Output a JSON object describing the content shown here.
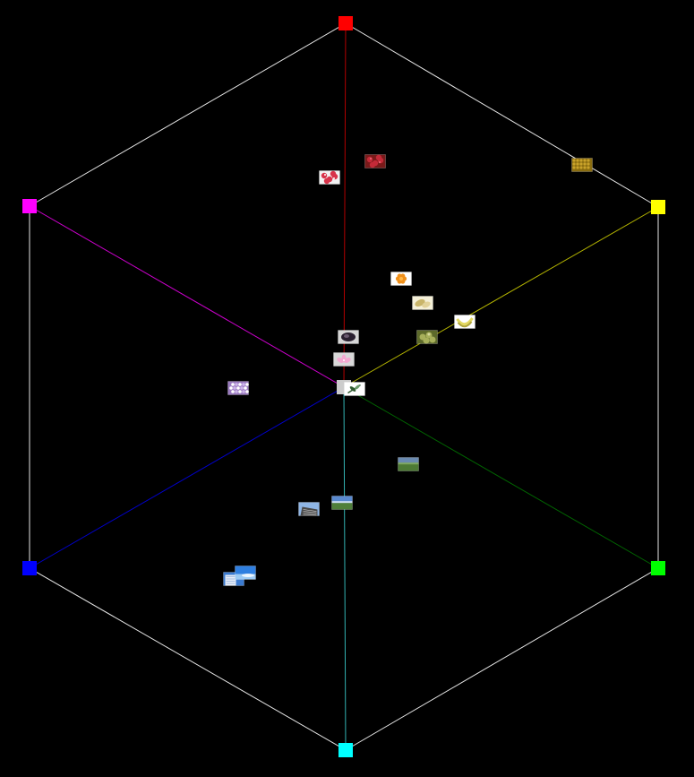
{
  "diagram": {
    "type": "color-hexagon-image-map",
    "background_color": "#000000",
    "outline_color": "#e6e6e6",
    "center": {
      "name": "center-gray",
      "color": "#cccccc"
    },
    "vertices": [
      {
        "name": "red",
        "color": "#ff0000"
      },
      {
        "name": "yellow",
        "color": "#ffff00"
      },
      {
        "name": "green",
        "color": "#00ff00"
      },
      {
        "name": "cyan",
        "color": "#00ffff"
      },
      {
        "name": "blue",
        "color": "#0000ff"
      },
      {
        "name": "magenta",
        "color": "#ff00ff"
      }
    ],
    "spokes": [
      {
        "to": "red",
        "color": "#b30000"
      },
      {
        "to": "yellow",
        "color": "#b3b300"
      },
      {
        "to": "green",
        "color": "#006600"
      },
      {
        "to": "cyan",
        "color": "#33b3b3"
      },
      {
        "to": "blue",
        "color": "#0000cc"
      },
      {
        "to": "magenta",
        "color": "#cc00cc"
      }
    ],
    "images": [
      {
        "name": "image-thumb-strawberries",
        "icon": "strawberries",
        "bg": "#f2f2f2",
        "main": "#d8334a",
        "accent": "#ffffff"
      },
      {
        "name": "image-thumb-raspberries",
        "icon": "raspberries",
        "bg": "#7a1a1a",
        "main": "#c42a38",
        "accent": "#f07080"
      },
      {
        "name": "image-thumb-mustard-seeds",
        "icon": "seeds",
        "bg": "#8a6d10",
        "main": "#c9a22a",
        "accent": "#e9c94a"
      },
      {
        "name": "image-thumb-orange-flower",
        "icon": "flower",
        "bg": "#ffffff",
        "main": "#f0901a",
        "accent": "#ffb84a"
      },
      {
        "name": "image-thumb-peanuts",
        "icon": "peanuts",
        "bg": "#f5f0d8",
        "main": "#c9b56a",
        "accent": "#e2d29a"
      },
      {
        "name": "image-thumb-bananas",
        "icon": "bananas",
        "bg": "#ffffff",
        "main": "#e3d860",
        "accent": "#b0a53a"
      },
      {
        "name": "image-thumb-green-fruit",
        "icon": "fruit",
        "bg": "#5d6a2a",
        "main": "#a7b05a",
        "accent": "#d4d89a"
      },
      {
        "name": "image-thumb-dark-object",
        "icon": "dark",
        "bg": "#d6d6d6",
        "main": "#2a2030",
        "accent": "#6a5a70"
      },
      {
        "name": "image-thumb-pink-lotus",
        "icon": "lotus",
        "bg": "#d8d8d8",
        "main": "#f4a8d0",
        "accent": "#ffffff"
      },
      {
        "name": "image-thumb-purple-flowers",
        "icon": "flowers",
        "bg": "#9a7ac0",
        "main": "#cdb5ea",
        "accent": "#ffffff"
      },
      {
        "name": "image-thumb-plant-sprig",
        "icon": "sprig",
        "bg": "#ffffff",
        "main": "#2f5a2f",
        "accent": "#6a9a6a"
      },
      {
        "name": "image-thumb-grass-field",
        "icon": "field",
        "bg": "#6a8ab0",
        "main": "#4d7a34",
        "accent": "#7fa860"
      },
      {
        "name": "image-thumb-building",
        "icon": "building",
        "bg": "#8fb6e6",
        "main": "#4a4a4a",
        "accent": "#e0e0e0"
      },
      {
        "name": "image-thumb-park-sky",
        "icon": "park",
        "bg": "#5a8ad0",
        "main": "#4f7f3a",
        "accent": "#cfe0f4"
      },
      {
        "name": "image-thumb-office-block",
        "icon": "office",
        "bg": "#3a7ad0",
        "main": "#e8eef8",
        "accent": "#8aaad8"
      },
      {
        "name": "image-thumb-blue-sky",
        "icon": "sky",
        "bg": "#2f7fe0",
        "main": "#9ccaf4",
        "accent": "#ffffff"
      }
    ]
  }
}
